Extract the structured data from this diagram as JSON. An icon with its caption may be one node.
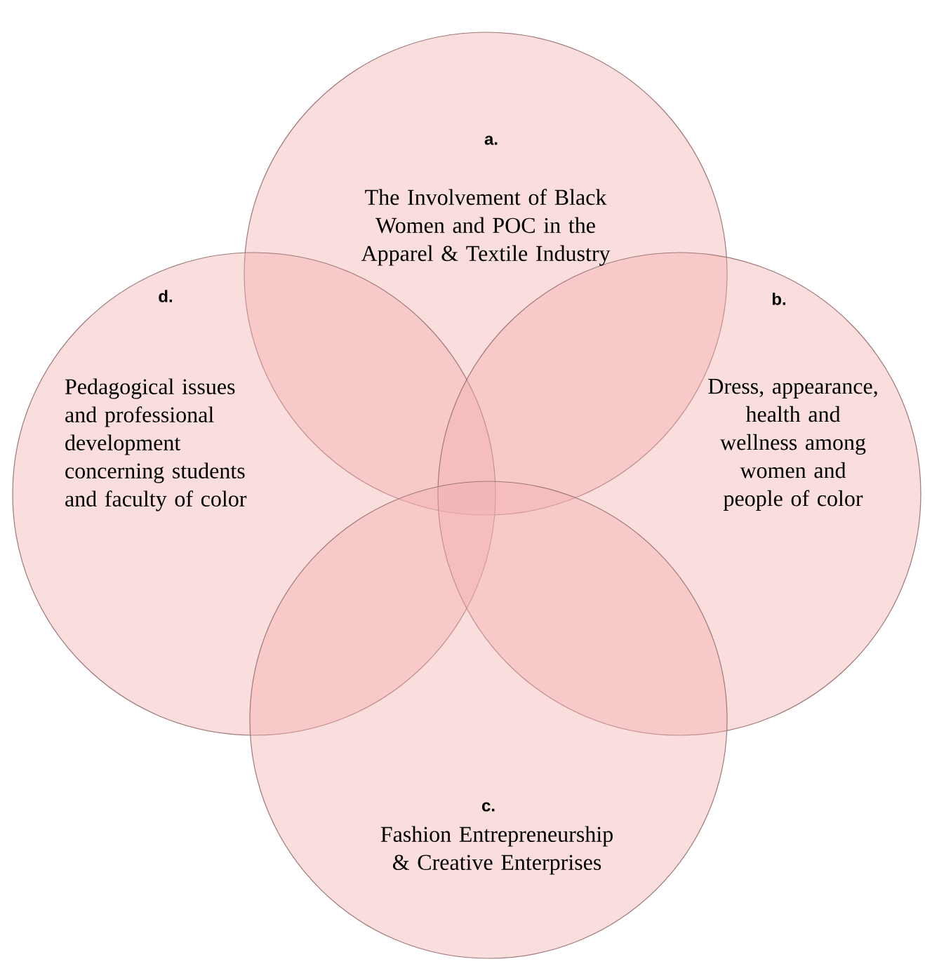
{
  "diagram": {
    "nodes": [
      {
        "text": [
          "a.",
          "The Involvement of Black Women and POC in the Apparel & Textile Industry"
        ]
      },
      {
        "text": [
          "d.",
          "Pedagogical issues and professional development concerning students and faculty of color"
        ]
      },
      {
        "text": [
          "b.",
          "Dress, appearance, health and wellness among women and people of color"
        ]
      },
      {
        "text": [
          "c.",
          "Fashion Entrepreneurship & Creative Enterprises"
        ]
      }
    ]
  }
}
